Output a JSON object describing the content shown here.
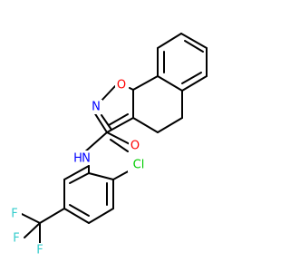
{
  "molecule": {
    "atom_labels": {
      "oxygen_ring": "O",
      "nitrogen_ring": "N",
      "amide_nh": "H",
      "amide_n": "N",
      "amide_oxygen": "O",
      "chlorine": "Cl",
      "fluorine_1": "F",
      "fluorine_2": "F",
      "fluorine_3": "F"
    },
    "colors": {
      "bond": "#000000",
      "oxygen": "#ff0000",
      "nitrogen": "#0000ff",
      "chlorine": "#00cc00",
      "fluorine": "#33cccc"
    }
  }
}
